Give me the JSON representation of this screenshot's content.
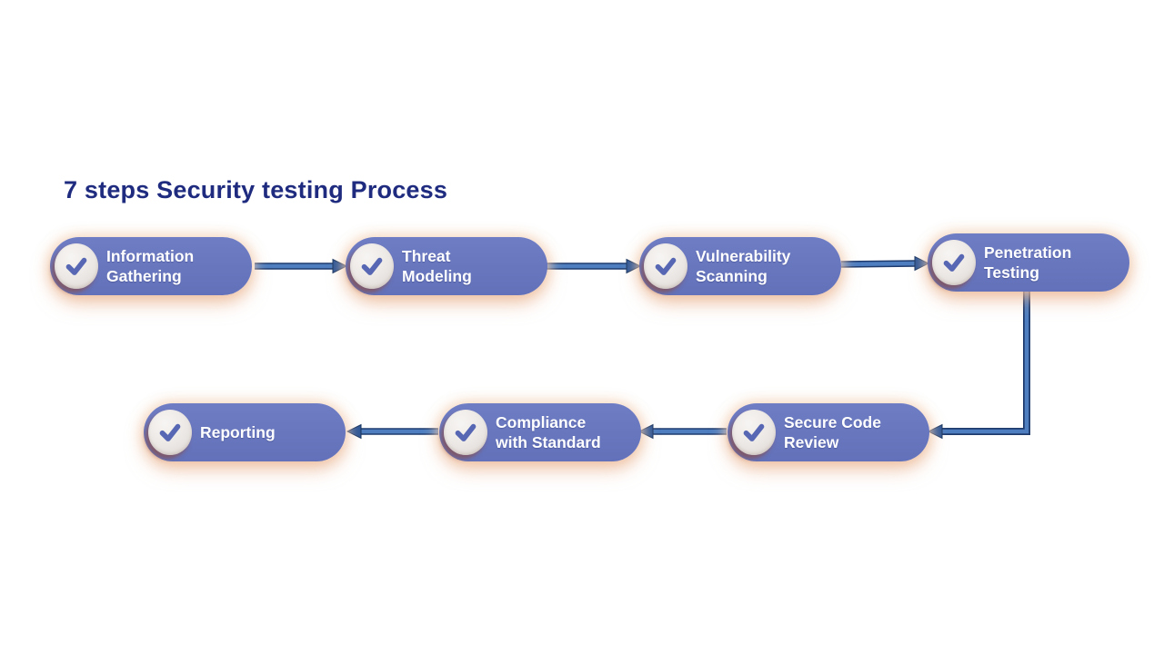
{
  "title": "7 steps Security testing Process",
  "steps": [
    {
      "id": 1,
      "label": "Information\nGathering",
      "icon": "check-icon"
    },
    {
      "id": 2,
      "label": "Threat\nModeling",
      "icon": "check-icon"
    },
    {
      "id": 3,
      "label": "Vulnerability\nScanning",
      "icon": "check-icon"
    },
    {
      "id": 4,
      "label": "Penetration\nTesting",
      "icon": "check-icon"
    },
    {
      "id": 5,
      "label": "Secure Code\nReview",
      "icon": "check-icon"
    },
    {
      "id": 6,
      "label": "Compliance\nwith Standard",
      "icon": "check-icon"
    },
    {
      "id": 7,
      "label": "Reporting",
      "icon": "check-icon"
    }
  ],
  "flow_order": [
    "Information Gathering",
    "Threat Modeling",
    "Vulnerability Scanning",
    "Penetration Testing",
    "Secure Code Review",
    "Compliance with Standard",
    "Reporting"
  ],
  "colors": {
    "title_text": "#1E2B7F",
    "pill_fill": "#6876BE",
    "pill_label_text": "#FFFFFF",
    "pill_glow": "#F2D3B8",
    "check_circle_fill": "#EBE7E4",
    "check_circle_shadow": "#8D4A3E",
    "check_mark": "#5767B3",
    "arrow_line": "#4E7EC0",
    "arrow_outline": "#1F3B6E",
    "background": "#FFFFFF"
  }
}
